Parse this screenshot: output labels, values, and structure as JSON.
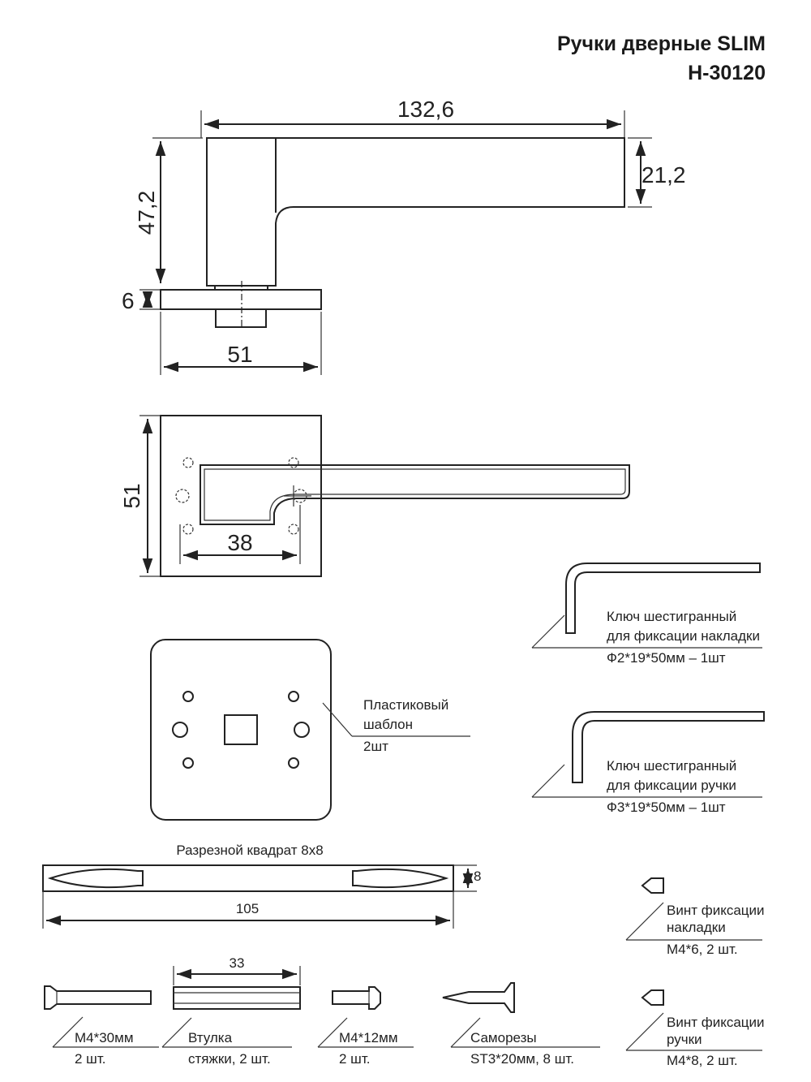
{
  "title": {
    "line1": "Ручки дверные SLIM",
    "line2": "H-30120"
  },
  "side_view": {
    "dim_length": "132,6",
    "dim_height": "47,2",
    "dim_lever": "21,2",
    "dim_rose_thickness": "6",
    "dim_rose_width": "51"
  },
  "front_view": {
    "dim_rose_size": "51",
    "dim_holes": "38"
  },
  "template": {
    "label_line1": "Пластиковый",
    "label_line2": "шаблон",
    "qty": "2шт"
  },
  "hex_key_1": {
    "line1": "Ключ шестигранный",
    "line2": "для фиксации накладки",
    "spec": "Ф2*19*50мм – 1шт"
  },
  "hex_key_2": {
    "line1": "Ключ шестигранный",
    "line2": "для фиксации ручки",
    "spec": "Ф3*19*50мм – 1шт"
  },
  "spindle": {
    "label": "Разрезной квадрат 8х8",
    "dim_len": "105",
    "dim_side": "8"
  },
  "screw_rose": {
    "line1": "Винт фиксации",
    "line2": "накладки",
    "spec": "M4*6, 2 шт."
  },
  "screw_handle": {
    "line1": "Винт фиксации",
    "line2": "ручки",
    "spec": "M4*8, 2 шт."
  },
  "bolt_30": {
    "spec": "M4*30мм",
    "qty": "2 шт."
  },
  "sleeve": {
    "dim": "33",
    "line1": "Втулка",
    "line2": "стяжки, 2 шт."
  },
  "bolt_12": {
    "spec": "M4*12мм",
    "qty": "2 шт."
  },
  "self_tapping": {
    "line1": "Саморезы",
    "line2": "ST3*20мм, 8 шт."
  }
}
